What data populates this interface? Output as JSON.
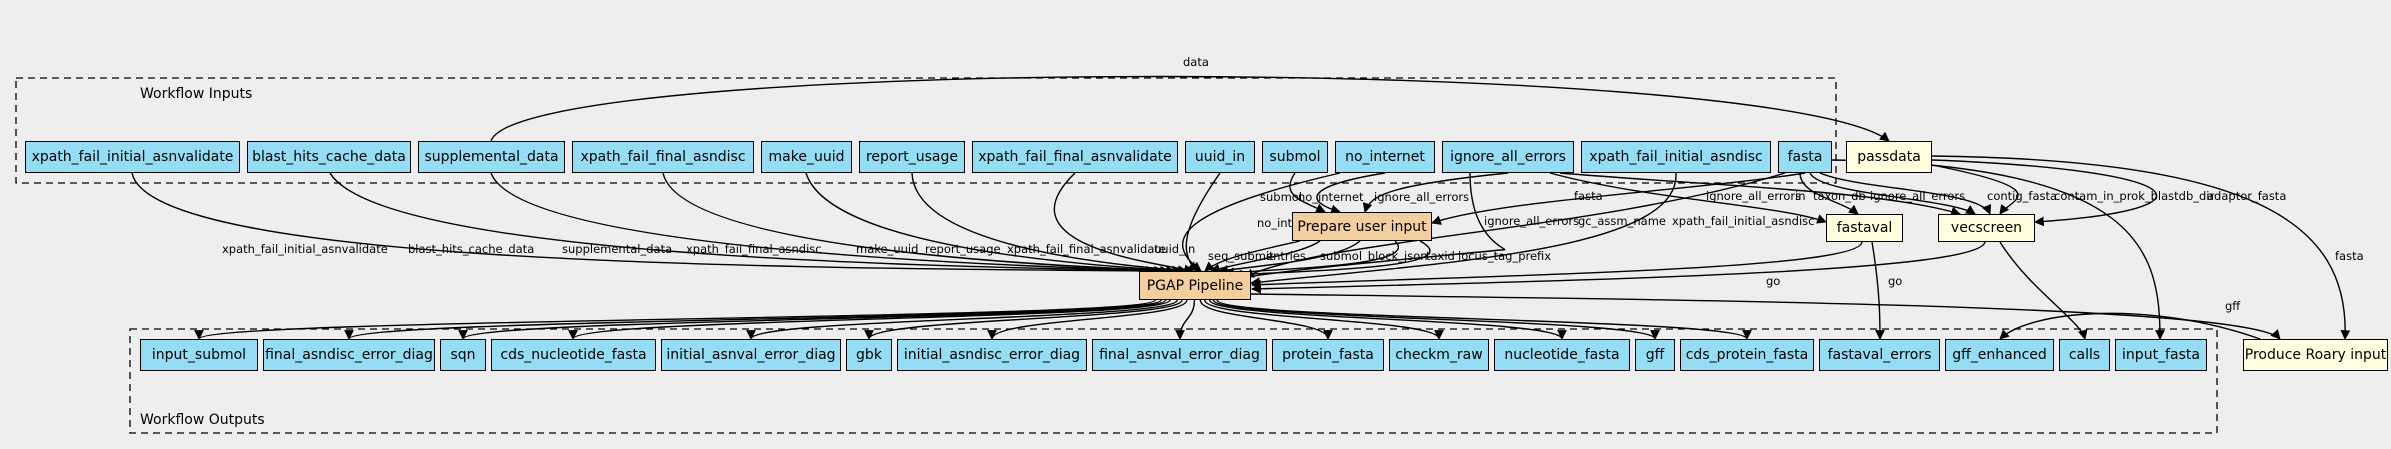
{
  "clusters": {
    "inputs_label": "Workflow Inputs",
    "outputs_label": "Workflow Outputs"
  },
  "nodes": {
    "in_xpath_fail_initial_asnvalidate": "xpath_fail_initial_asnvalidate",
    "in_blast_hits_cache_data": "blast_hits_cache_data",
    "in_supplemental_data": "supplemental_data",
    "in_xpath_fail_final_asndisc": "xpath_fail_final_asndisc",
    "in_make_uuid": "make_uuid",
    "in_report_usage": "report_usage",
    "in_xpath_fail_final_asnvalidate": "xpath_fail_final_asnvalidate",
    "in_uuid_in": "uuid_in",
    "in_submol": "submol",
    "in_no_internet": "no_internet",
    "in_ignore_all_errors": "ignore_all_errors",
    "in_xpath_fail_initial_asndisc": "xpath_fail_initial_asndisc",
    "in_fasta": "fasta",
    "passdata": "passdata",
    "prepare_user_input": "Prepare user input",
    "fastaval": "fastaval",
    "vecscreen": "vecscreen",
    "pgap_pipeline": "PGAP Pipeline",
    "produce_roary_input": "Produce Roary input",
    "out_input_submol": "input_submol",
    "out_final_asndisc_error_diag": "final_asndisc_error_diag",
    "out_sqn": "sqn",
    "out_cds_nucleotide_fasta": "cds_nucleotide_fasta",
    "out_initial_asnval_error_diag": "initial_asnval_error_diag",
    "out_gbk": "gbk",
    "out_initial_asndisc_error_diag": "initial_asndisc_error_diag",
    "out_final_asnval_error_diag": "final_asnval_error_diag",
    "out_protein_fasta": "protein_fasta",
    "out_checkm_raw": "checkm_raw",
    "out_nucleotide_fasta": "nucleotide_fasta",
    "out_gff": "gff",
    "out_cds_protein_fasta": "cds_protein_fasta",
    "out_fastaval_errors": "fastaval_errors",
    "out_gff_enhanced": "gff_enhanced",
    "out_calls": "calls",
    "out_input_fasta": "input_fasta"
  },
  "edge_labels": {
    "data": "data",
    "xpath_fail_initial_asnvalidate": "xpath_fail_initial_asnvalidate",
    "blast_hits_cache_data": "blast_hits_cache_data",
    "supplemental_data": "supplemental_data",
    "xpath_fail_final_asndisc": "xpath_fail_final_asndisc",
    "make_uuid": "make_uuid",
    "report_usage": "report_usage",
    "xpath_fail_final_asnvalidate": "xpath_fail_final_asnvalidate",
    "uuid_in": "uuid_in",
    "submol": "submol",
    "no_internet_prep": "no_internet",
    "ignore_all_errors_prep": "ignore_all_errors",
    "no_internet_pgap": "no_internet",
    "fasta_prep": "fasta",
    "ignore_all_errors_pgap": "ignore_all_errors",
    "gc_assm_name": "gc_assm_name",
    "xpath_fail_initial_asndisc": "xpath_fail_initial_asndisc",
    "ignore_all_errors_fastaval": "ignore_all_errors",
    "in": "in",
    "taxon_db": "taxon_db",
    "ignore_all_errors_vec": "ignore_all_errors",
    "contig_fasta": "contig_fasta",
    "contam_in_prok_blastdb_dir": "contam_in_prok_blastdb_dir",
    "adaptor_fasta": "adaptor_fasta",
    "fasta_roary": "fasta",
    "seq_submit": "seq_submit",
    "entries": "entries",
    "submol_block_json": "submol_block_json",
    "taxid": "taxid",
    "locus_tag_prefix": "locus_tag_prefix",
    "go_fastaval": "go",
    "go_vecscreen": "go",
    "gff_roary": "gff"
  }
}
